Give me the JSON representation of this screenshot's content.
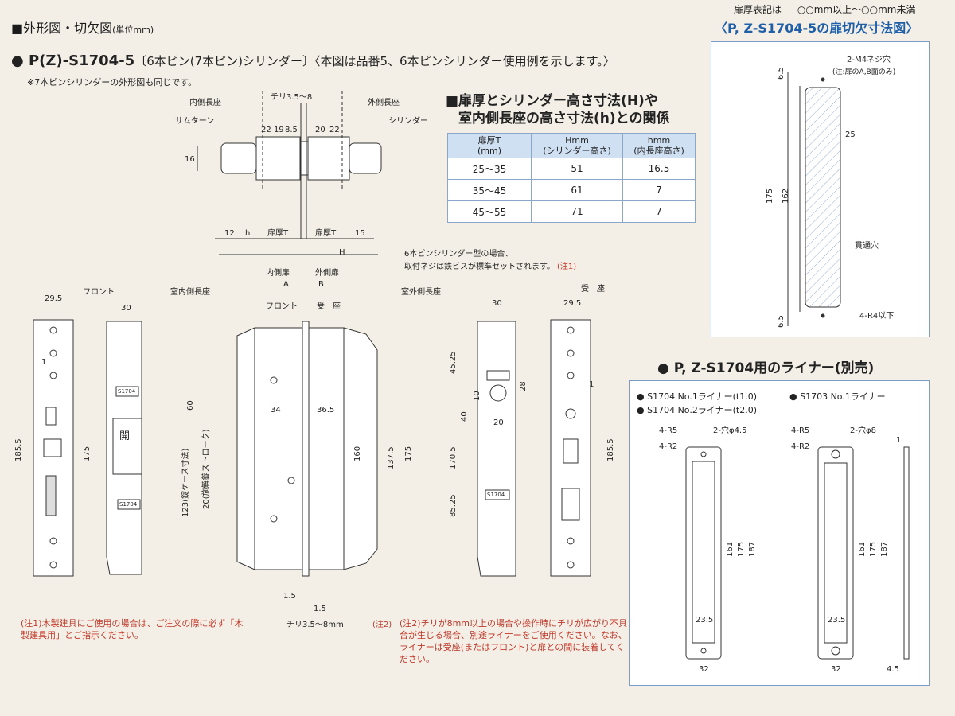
{
  "section_title": "■外形図・切欠図",
  "section_unit": "(単位mm)",
  "product_title": "● P(Z)-S1704-5",
  "product_subtitle": "〔6本ピン(7本ピン)シリンダー〕〈本図は品番5、6本ピンシリンダー使用例を示します。〉",
  "product_note": "※7本ピンシリンダーの外形図も同じです。",
  "table_title_line1": "■扉厚とシリンダー高さ寸法(H)や",
  "table_title_line2": "室内側長座の高さ寸法(h)との関係",
  "table": {
    "headers": [
      "扉厚T\n(mm)",
      "Hmm\n(シリンダー高さ)",
      "hmm\n(内長座高さ)"
    ],
    "rows": [
      [
        "25～35",
        "51",
        "16.5"
      ],
      [
        "35～45",
        "61",
        "7"
      ],
      [
        "45～55",
        "71",
        "7"
      ]
    ]
  },
  "door_note_label": "扉厚表記は",
  "door_note_value": "○○mm以上～○○mm未満",
  "cutout_title": "〈P, Z-S1704-5の扉切欠寸法図〉",
  "cutout_labels": {
    "screw": "2-M4ネジ穴",
    "screw_note": "(注:扉のA,B面のみ)",
    "through": "貫通穴",
    "radius": "4-R4以下",
    "d65_top": "6.5",
    "d65_bot": "6.5",
    "d25": "25",
    "d175": "175",
    "d162": "162"
  },
  "liner_title": "● P, Z-S1704用のライナー(別売)",
  "liner_items": [
    "● S1704 No.1ライナー(t1.0)",
    "● S1703 No.1ライナー",
    "● S1704 No.2ライナー(t2.0)"
  ],
  "liner_labels": {
    "r5a": "4-R5",
    "r2a": "4-R2",
    "holeA": "2-穴φ4.5",
    "r5b": "4-R5",
    "r2b": "4-R2",
    "holeB": "2-穴φ8",
    "d161": "161",
    "d175": "175",
    "d187": "187",
    "d161b": "161",
    "d175b": "175",
    "d187b": "187",
    "d235": "23.5",
    "d32": "32",
    "d235b": "23.5",
    "d32b": "32",
    "d1": "1",
    "d45": "4.5"
  },
  "top_labels": {
    "inner_plate": "内側長座",
    "thumbturn": "サムターン",
    "chiri": "チリ3.5～8",
    "outer_plate": "外側長座",
    "cylinder": "シリンダー",
    "v22a": "22",
    "v19": "19",
    "v85": "8.5",
    "v20": "20",
    "v22b": "22",
    "d16": "16",
    "d12": "12",
    "dh": "h",
    "door_t1": "扉厚T",
    "door_t2": "扉厚T",
    "d15": "15",
    "dH": "H"
  },
  "bottom_labels": {
    "d295l": "29.5",
    "front": "フロント",
    "d30l": "30",
    "inner_plate": "室内側長座",
    "inside_door": "内側扉",
    "inside_a": "A",
    "outside_door": "外側扉",
    "outside_b": "B",
    "front2": "フロント",
    "strike": "受　座",
    "outer_plate": "室外側長座",
    "six_pin_note1": "6本ピンシリンダー型の場合、",
    "six_pin_note2": "取付ネジは鉄ビスが標準セットされます。",
    "six_pin_note3": "(注1)",
    "d30r": "30",
    "d295r": "29.5",
    "strike2": "受　座",
    "d1855l": "185.5",
    "d175l": "175",
    "d1": "1",
    "d123": "123(錠ケース寸法)",
    "d20": "20(施解錠ストローク)",
    "d60": "60",
    "d34": "34",
    "d365": "36.5",
    "d160": "160",
    "d1375": "137.5",
    "d175m": "175",
    "d1705": "170.5",
    "d4525": "45.25",
    "d40": "40",
    "d10": "10",
    "d8525": "85.25",
    "d20b": "20",
    "d28": "28",
    "d1b": "1",
    "d1855r": "185.5",
    "d15a": "1.5",
    "d15b": "1.5",
    "chiri": "チリ3.5～8mm",
    "chiri_note": "(注2)",
    "open": "開",
    "plate_text": "S1704",
    "plate_text2": "S1704",
    "cyl_text": "S1704"
  },
  "note1": "(注1)木製建具にご使用の場合は、ご注文の際に必ず「木製建具用」とご指示ください。",
  "note2": "(注2)チリが8mm以上の場合や操作時にチリが広がり不具合が生じる場合、別途ライナーをご使用ください。なお、ライナーは受座(またはフロント)と扉との間に装着してください。"
}
